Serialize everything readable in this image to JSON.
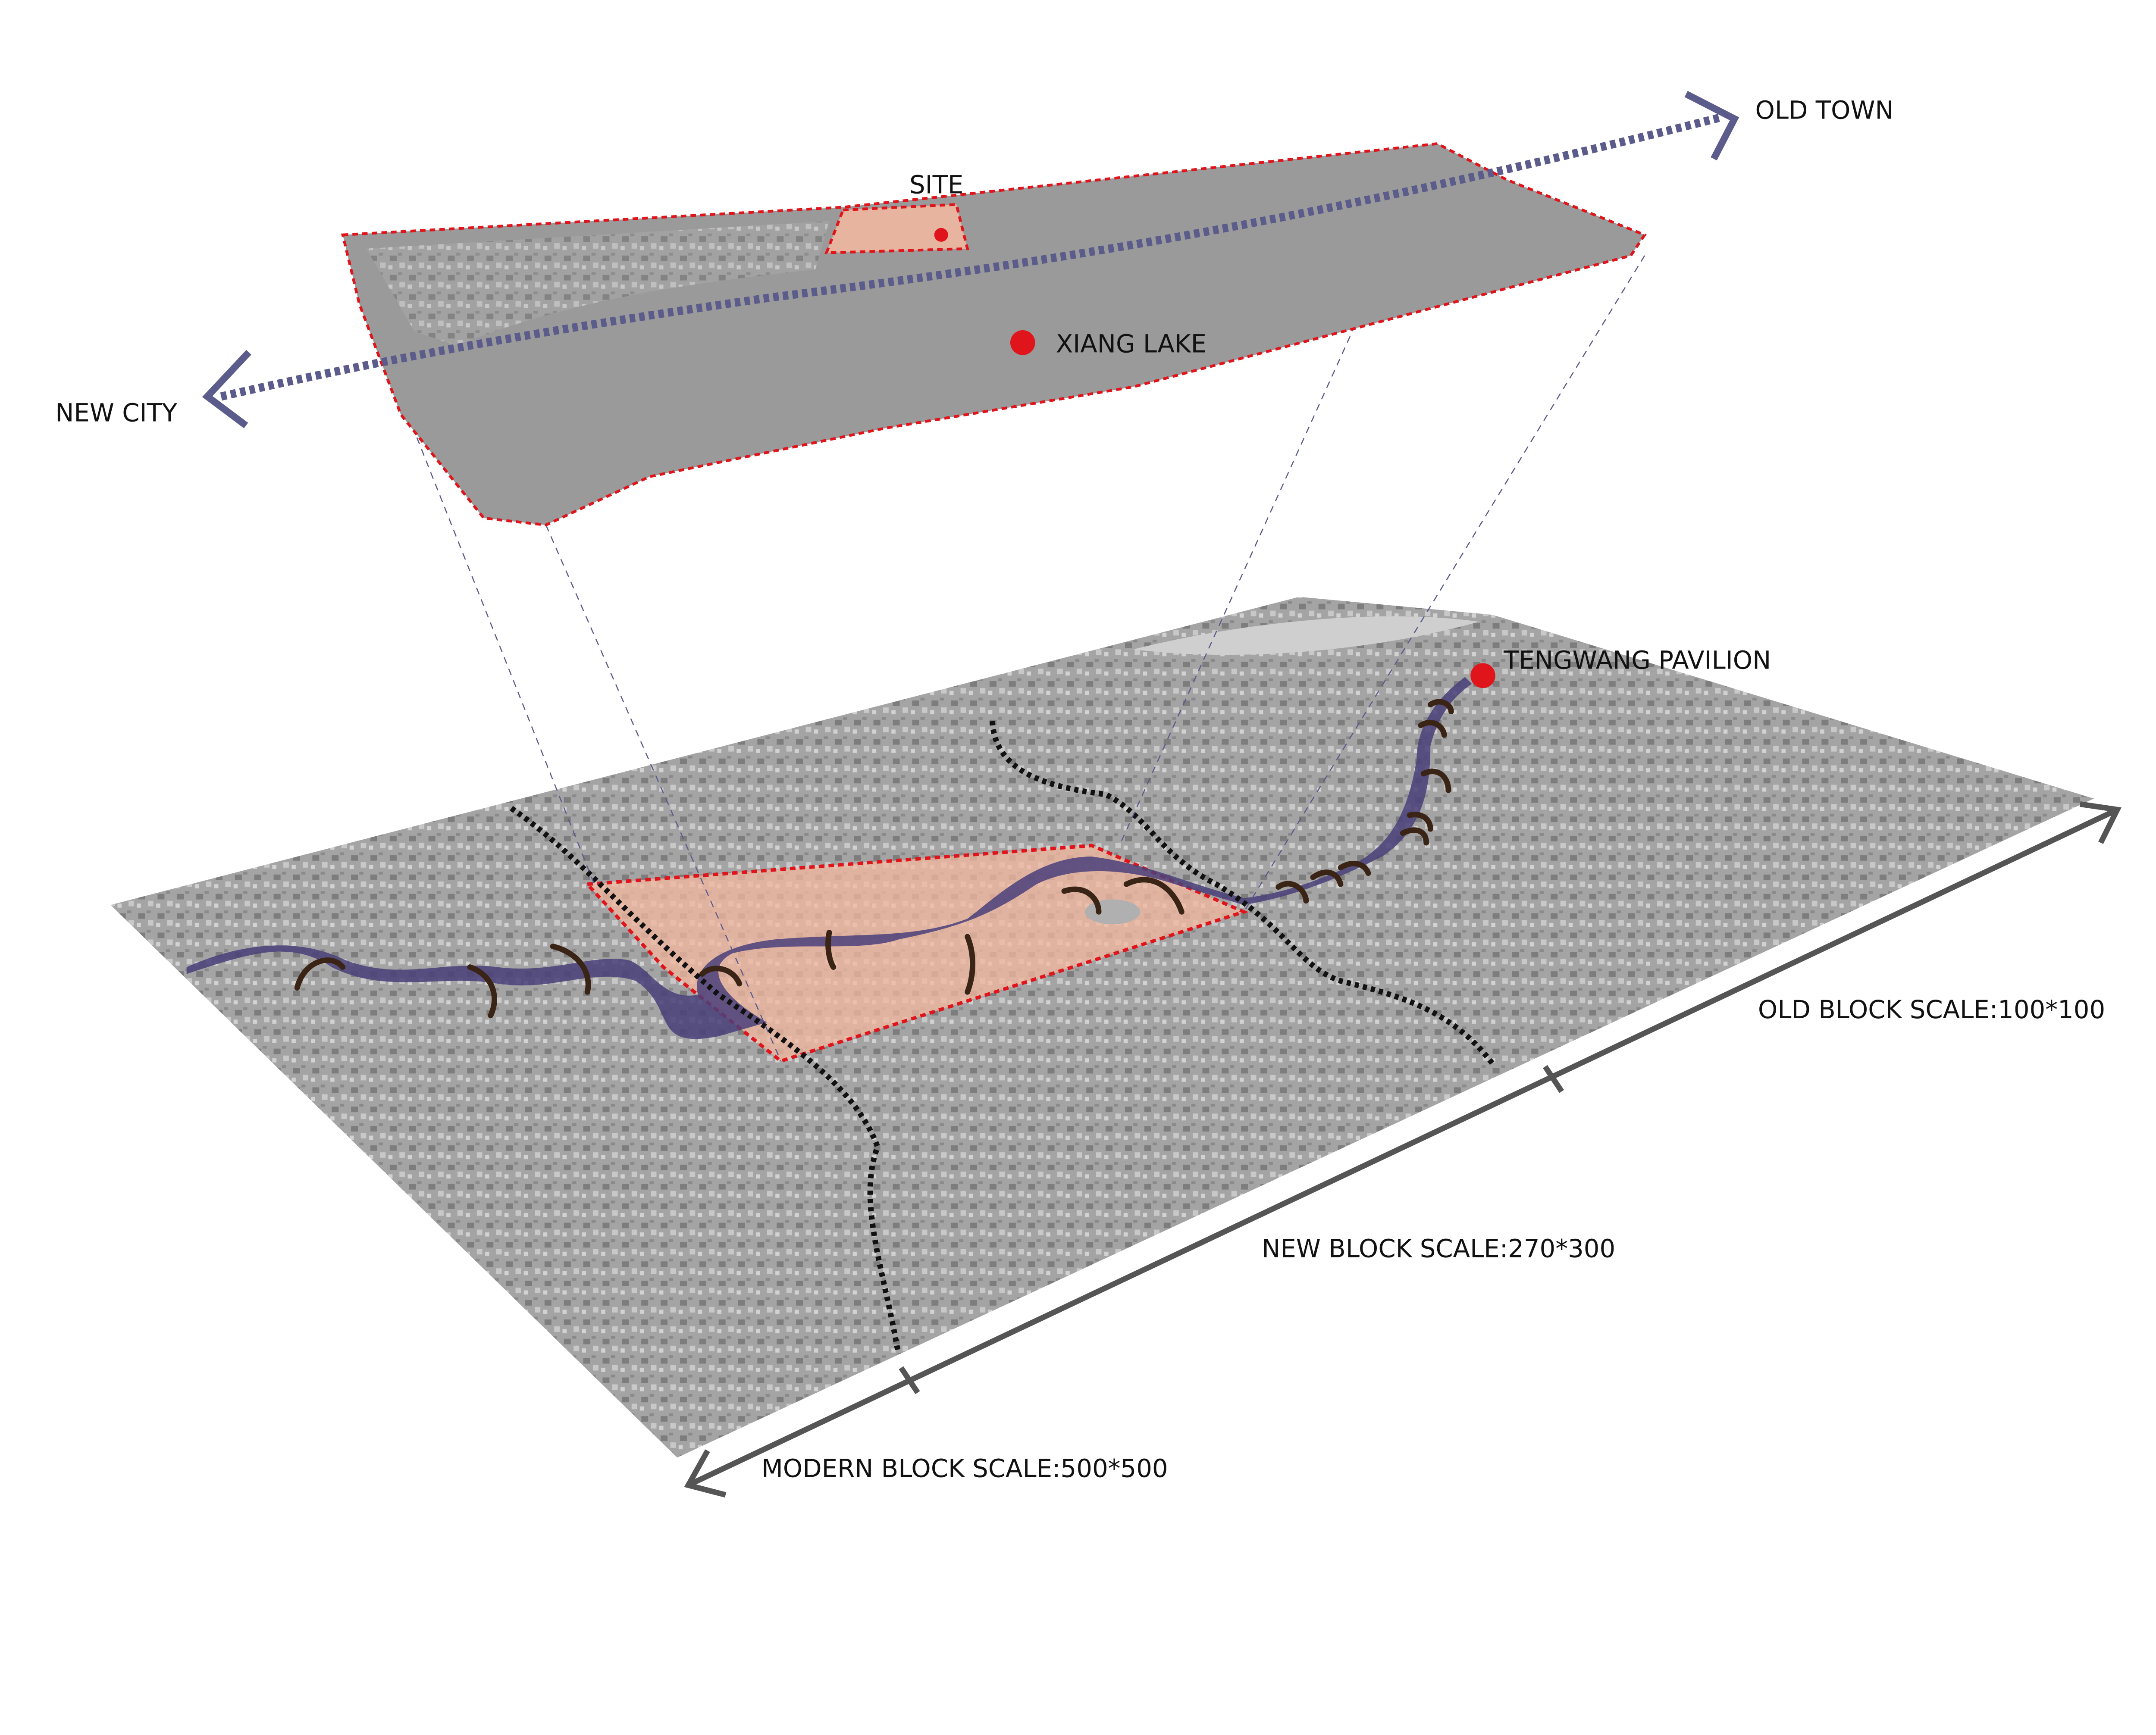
{
  "labels": {
    "site": "SITE",
    "xiang_lake": "XIANG LAKE",
    "new_city": "NEW CITY",
    "old_town": "OLD TOWN",
    "tengwang_pavilion": "TENGWANG PAVILION",
    "old_block_scale": "OLD BLOCK SCALE:100*100",
    "new_block_scale": "NEW BLOCK SCALE:270*300",
    "modern_block_scale": "MODERN BLOCK SCALE:500*500"
  },
  "colors": {
    "axis": "#5b5b8c",
    "boundary": "#e0141b",
    "site_fill": "#f4b8a0",
    "river": "#4a3f7a",
    "bridge": "#3a2416",
    "map": "#9a9a9a",
    "scale_line": "#555555"
  }
}
